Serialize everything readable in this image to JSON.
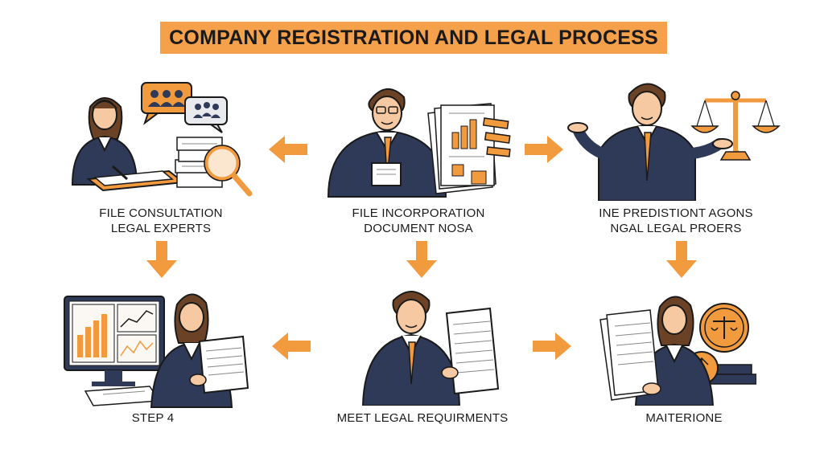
{
  "title": "COMPANY REGISTRATION AND LEGAL PROCESS",
  "colors": {
    "accent": "#f5a04a",
    "arrow": "#f29a3e",
    "suit": "#2f3a58",
    "outline": "#1a1a1a",
    "skin": "#f6c9a3",
    "hair": "#6b4226"
  },
  "steps": [
    {
      "lines": [
        "FILE CONSULTATION",
        "LEGAL EXPERTS"
      ],
      "icon": "consultation-icon"
    },
    {
      "lines": [
        "FILE INCORPORATION",
        "DOCUMENT NOSA"
      ],
      "icon": "incorporation-documents-icon"
    },
    {
      "lines": [
        "INE PREDISTIONT AGONS",
        "NGAL LEGAL PROERS"
      ],
      "icon": "legal-scales-icon"
    },
    {
      "lines": [
        "STEP 4"
      ],
      "icon": "computer-review-icon"
    },
    {
      "lines": [
        "MEET LEGAL REQUIRMENTS"
      ],
      "icon": "legal-requirements-icon"
    },
    {
      "lines": [
        "MAITERIONE"
      ],
      "icon": "certificate-seal-icon"
    }
  ]
}
